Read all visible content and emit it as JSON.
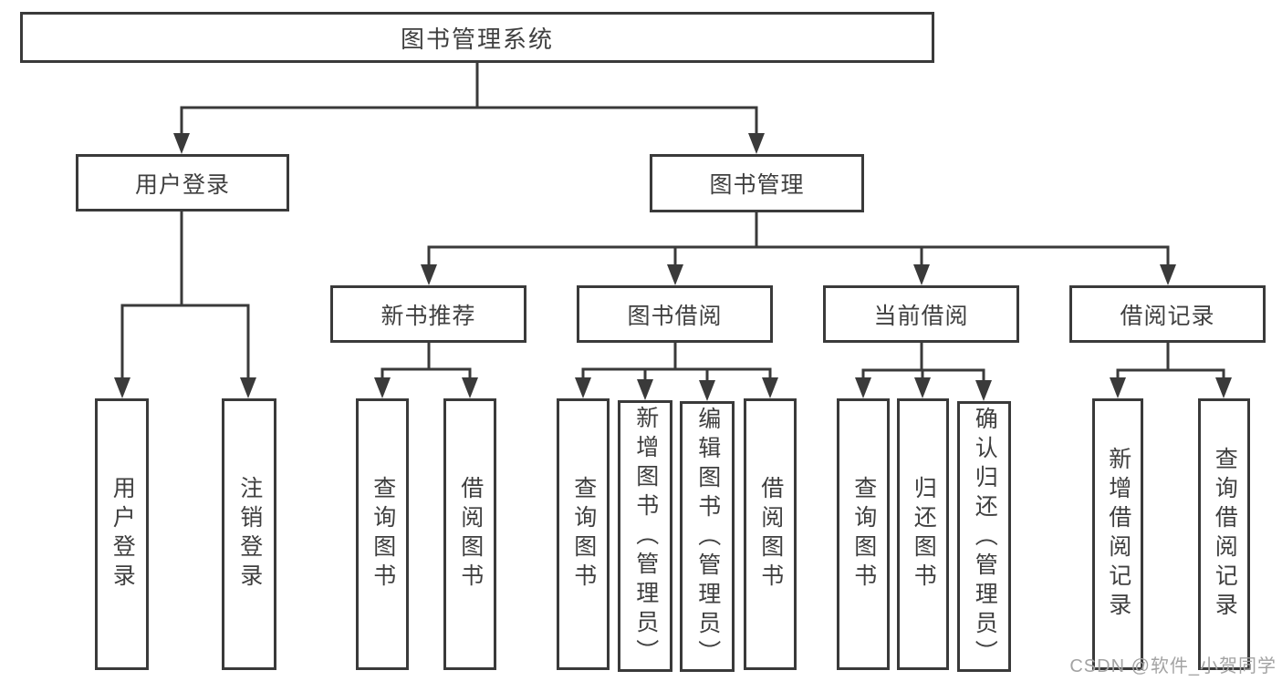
{
  "diagram": {
    "type": "hierarchy-tree",
    "title": "图书管理系统",
    "colors": {
      "line": "#3a3a3a",
      "box_border": "#3a3a3a",
      "box_background": "#ffffff",
      "text": "#3f3f3f",
      "page_background": "#ffffff",
      "watermark": "#a3a3a3"
    },
    "nodes": {
      "root": {
        "label": "图书管理系统"
      },
      "branches": [
        {
          "label": "用户登录"
        },
        {
          "label": "图书管理"
        }
      ],
      "modules": [
        {
          "label": "新书推荐",
          "parent": "图书管理"
        },
        {
          "label": "图书借阅",
          "parent": "图书管理"
        },
        {
          "label": "当前借阅",
          "parent": "图书管理"
        },
        {
          "label": "借阅记录",
          "parent": "图书管理"
        }
      ],
      "leaves": [
        {
          "label": "用户登录",
          "parent": "用户登录"
        },
        {
          "label": "注销登录",
          "parent": "用户登录"
        },
        {
          "label": "查询图书",
          "parent": "新书推荐"
        },
        {
          "label": "借阅图书",
          "parent": "新书推荐"
        },
        {
          "label": "查询图书",
          "parent": "图书借阅"
        },
        {
          "label": "新增图书（管理员）",
          "parent": "图书借阅"
        },
        {
          "label": "编辑图书（管理员）",
          "parent": "图书借阅"
        },
        {
          "label": "借阅图书",
          "parent": "图书借阅"
        },
        {
          "label": "查询图书",
          "parent": "当前借阅"
        },
        {
          "label": "归还图书",
          "parent": "当前借阅"
        },
        {
          "label": "确认归还（管理员）",
          "parent": "当前借阅"
        },
        {
          "label": "新增借阅记录",
          "parent": "借阅记录"
        },
        {
          "label": "查询借阅记录",
          "parent": "借阅记录"
        }
      ]
    }
  },
  "watermark": {
    "text": "CSDN @软件_小贺同学"
  }
}
